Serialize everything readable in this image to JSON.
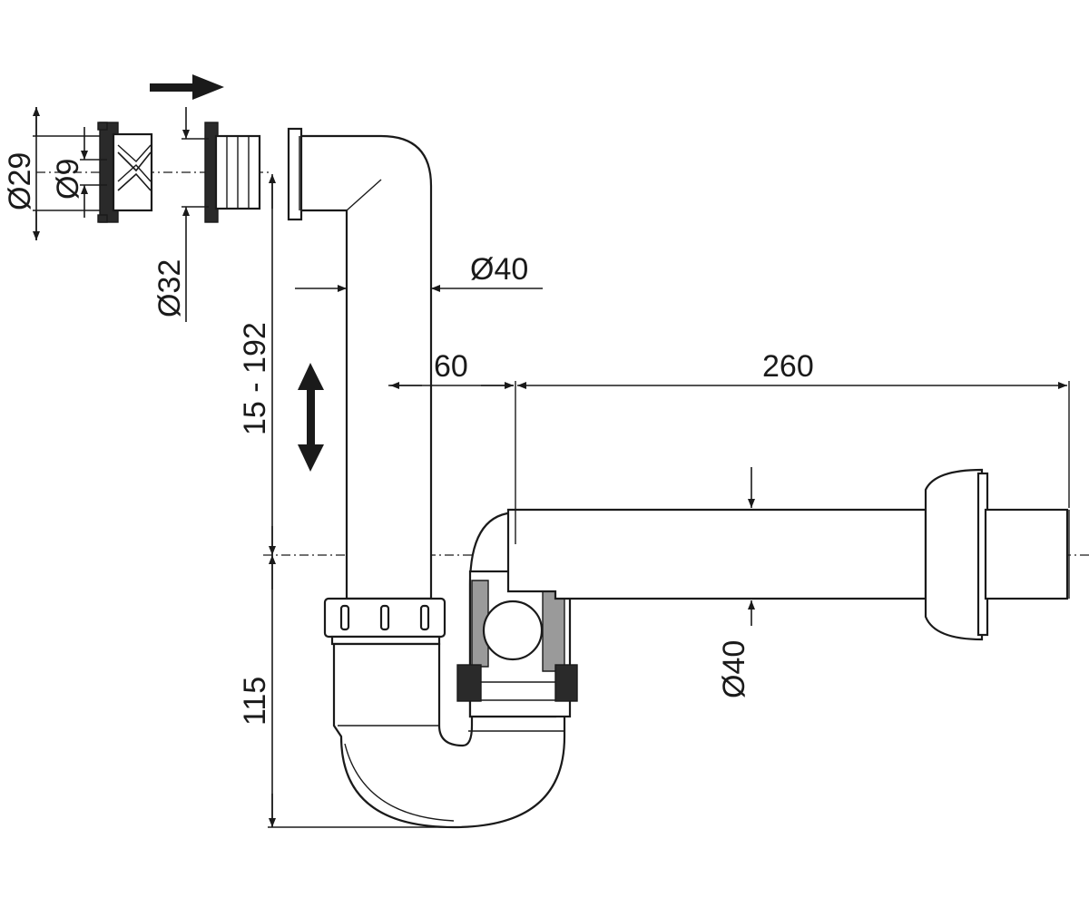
{
  "dimensions": {
    "d29": "Ø29",
    "d9": "Ø9",
    "d32": "Ø32",
    "range_height": "15 - 192",
    "d40_top": "Ø40",
    "offset_60": "60",
    "length_260": "260",
    "height_115": "115",
    "d40_side": "Ø40"
  },
  "colors": {
    "line": "#1a1a1a",
    "background": "#ffffff",
    "hatch": "#9a9a9a"
  },
  "icons": {
    "insert_direction": "arrow-right-icon",
    "adjust_direction": "double-arrow-vertical-icon"
  }
}
